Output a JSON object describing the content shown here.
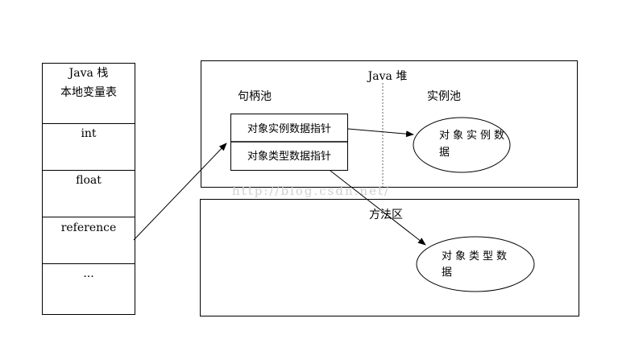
{
  "stack": {
    "title": "Java 栈",
    "subtitle": "本地变量表",
    "rows": [
      "int",
      "float",
      "reference",
      "..."
    ]
  },
  "heap": {
    "title": "Java 堆",
    "handle_pool": {
      "label": "句柄池",
      "instance_pointer": "对象实例数据指针",
      "type_pointer": "对象类型数据指针"
    },
    "instance_pool": {
      "label": "实例池",
      "instance_data_line1": "对象实例数",
      "instance_data_line2": "据"
    }
  },
  "method_area": {
    "title": "方法区",
    "type_data_line1": "对象类型数",
    "type_data_line2": "据"
  },
  "watermark": "http://blog.csdn.net/"
}
